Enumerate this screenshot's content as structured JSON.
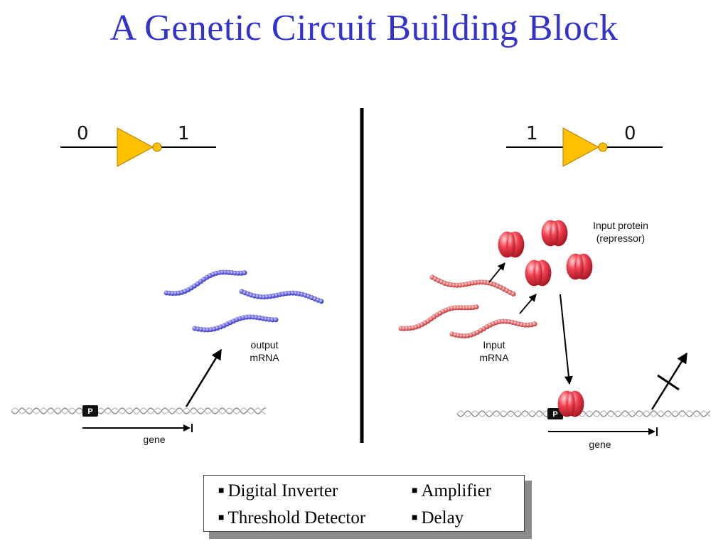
{
  "title": "A Genetic Circuit Building Block",
  "left_panel": {
    "gate": {
      "input": "0",
      "output": "1"
    },
    "promoter_label": "P",
    "mrna_label_line1": "output",
    "mrna_label_line2": "mRNA",
    "gene_label": "gene"
  },
  "right_panel": {
    "gate": {
      "input": "1",
      "output": "0"
    },
    "protein_label_line1": "Input protein",
    "protein_label_line2": "(repressor)",
    "mrna_label_line1": "Input",
    "mrna_label_line2": "mRNA",
    "promoter_label": "P",
    "gene_label": "gene"
  },
  "legend": {
    "items": [
      "Digital Inverter",
      "Amplifier",
      "Threshold Detector",
      "Delay"
    ],
    "bullet": "■"
  },
  "colors": {
    "title": "#3333cc",
    "gate": "#ffc000",
    "output_mrna": "#6666ee",
    "input_mrna": "#ee6666",
    "protein": "#ee3344"
  }
}
